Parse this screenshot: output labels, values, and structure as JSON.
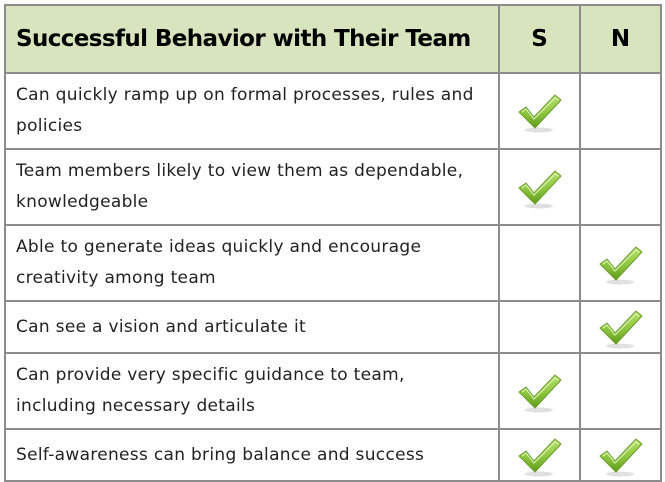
{
  "table": {
    "header": {
      "title": "Successful Behavior with Their Team",
      "col_s": "S",
      "col_n": "N"
    },
    "rows": [
      {
        "text": "Can quickly ramp up on formal processes, rules and policies",
        "s": true,
        "n": false
      },
      {
        "text": "Team members likely to view them as dependable, knowledgeable",
        "s": true,
        "n": false
      },
      {
        "text": "Able to generate ideas quickly and encourage creativity among team",
        "s": false,
        "n": true
      },
      {
        "text": "Can see a vision and articulate it",
        "s": false,
        "n": true
      },
      {
        "text": "Can provide very specific guidance to team, including necessary details",
        "s": true,
        "n": false
      },
      {
        "text": "Self-awareness can bring balance and success",
        "s": true,
        "n": true
      }
    ]
  },
  "colors": {
    "header_bg": "#d7e4bd",
    "border": "#8c8c8c",
    "check_green": "#8cc63f"
  },
  "icons": {
    "check": "checkmark-icon"
  }
}
